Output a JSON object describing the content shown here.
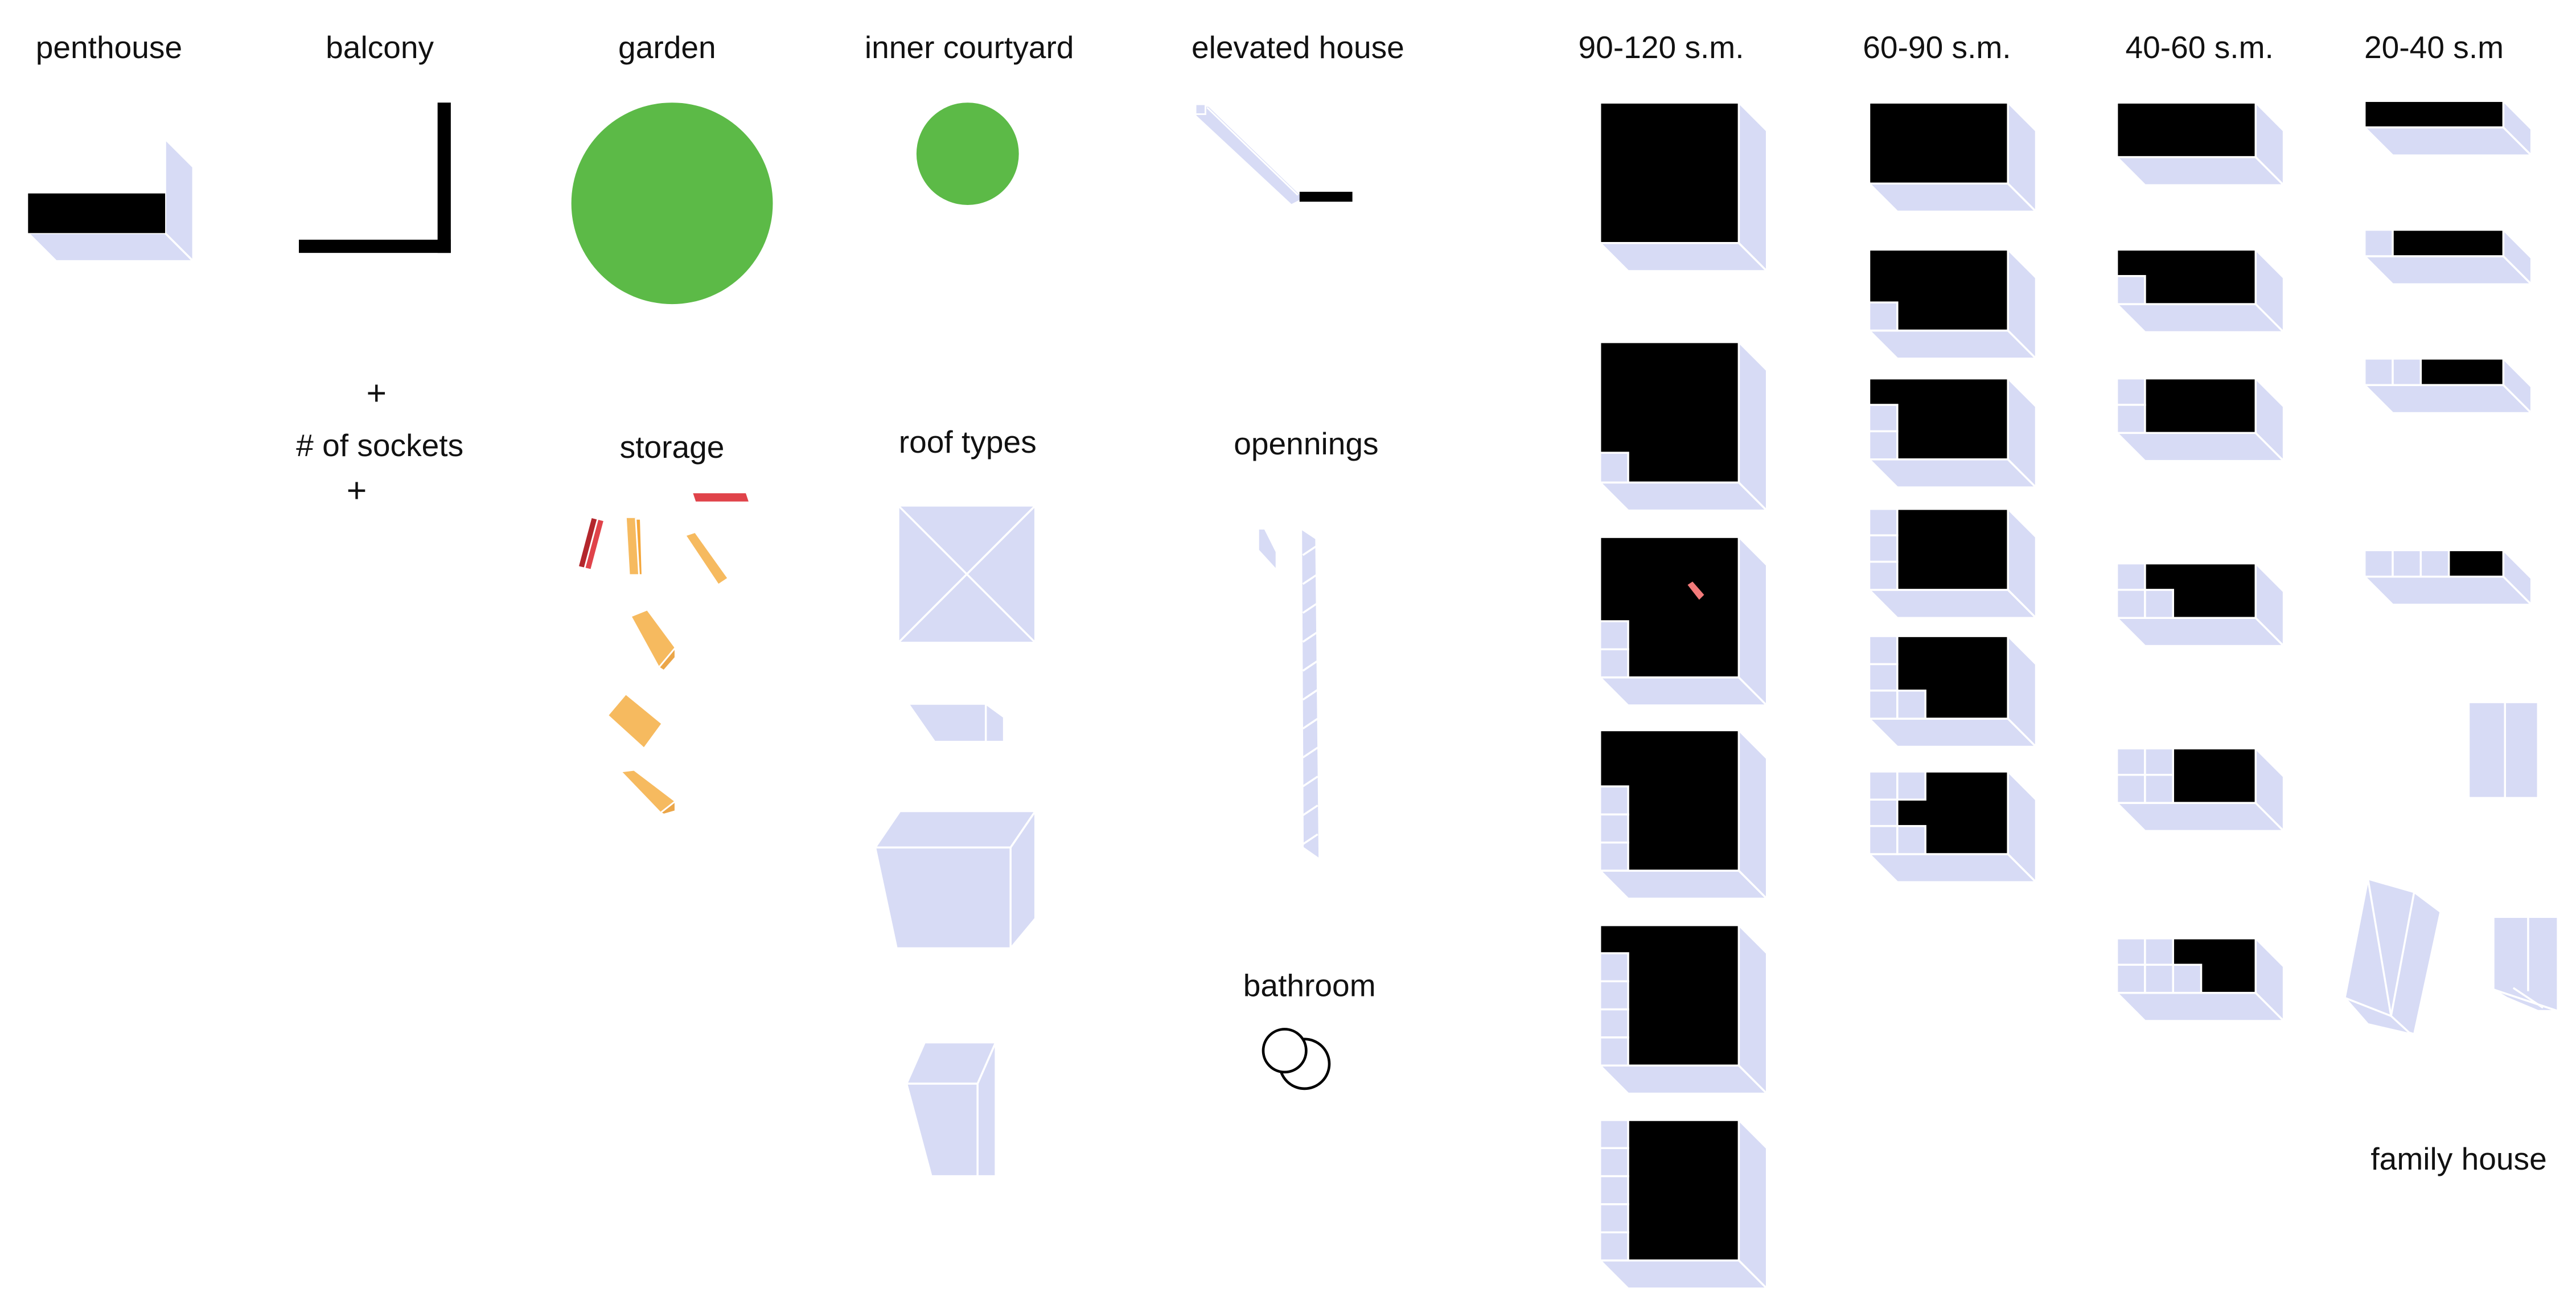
{
  "labels": {
    "penthouse": "penthouse",
    "balcony": "balcony",
    "garden": "garden",
    "inner_courtyard": "inner courtyard",
    "elevated_house": "elevated house",
    "size_90_120": "90-120 s.m.",
    "size_60_90": "60-90 s.m.",
    "size_40_60": "40-60 s.m.",
    "size_20_40": "20-40 s.m",
    "plus_top": "+",
    "sockets": "# of sockets",
    "plus_bottom": "+",
    "storage": "storage",
    "roof_types": "roof types",
    "openings": "opennings",
    "bathroom": "bathroom",
    "family_house": "family house"
  },
  "colors": {
    "ink": "#000000",
    "module": "#d7dbf5",
    "module_edge": "#ffffff",
    "garden_green": "#5cba47",
    "storage_orange": "#f6ba5f",
    "storage_red": "#e0434a",
    "storage_dark_red": "#b3262c",
    "marker_pink": "#f27a7a"
  },
  "icons": {
    "penthouse": "penthouse-block-icon",
    "balcony": "balcony-railing-icon",
    "garden": "garden-circle-icon",
    "courtyard": "courtyard-circle-icon",
    "elevated": "elevated-house-ramp-icon",
    "storage": "storage-box-icons",
    "roof": "roof-type-icons",
    "openings": "opening-strip-icons",
    "bathroom": "bathroom-fixture-icon"
  }
}
